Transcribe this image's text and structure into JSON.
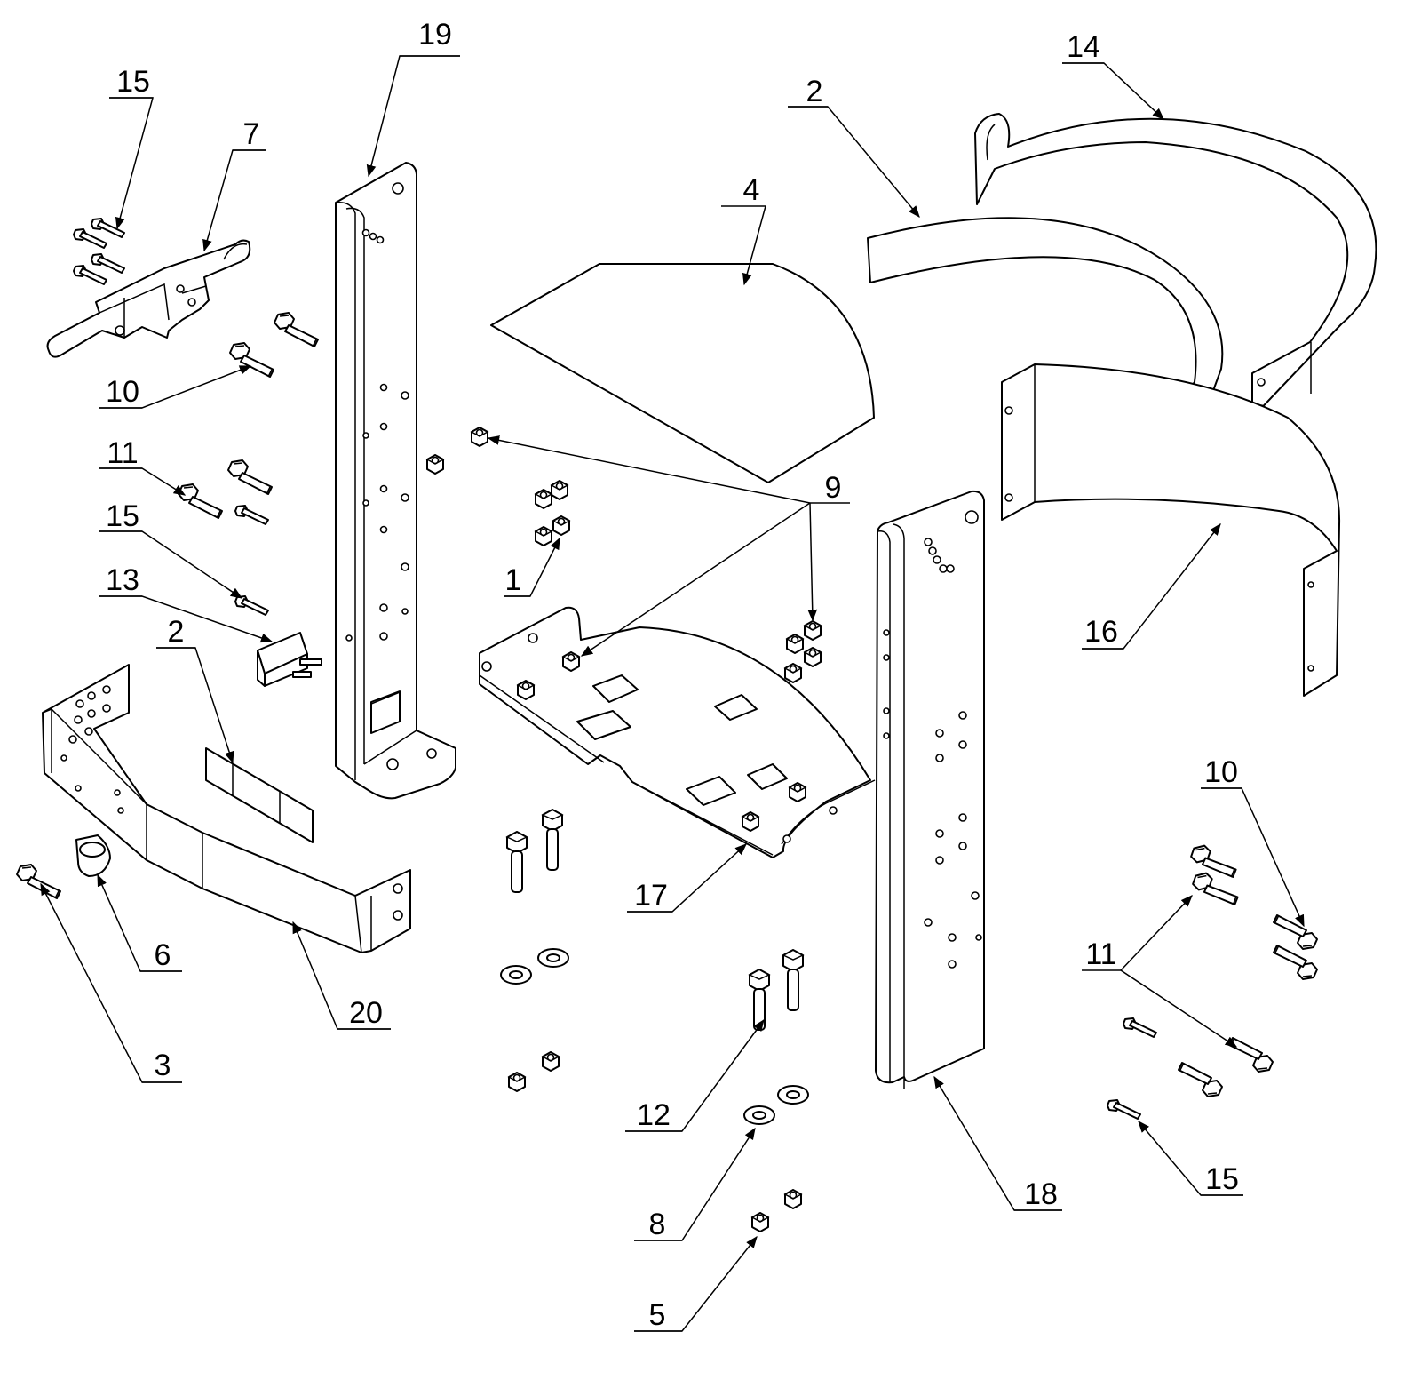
{
  "diagram": {
    "callouts": {
      "c1": "1",
      "c2a": "2",
      "c2b": "2",
      "c3": "3",
      "c4": "4",
      "c5": "5",
      "c6": "6",
      "c7": "7",
      "c8": "8",
      "c9": "9",
      "c10a": "10",
      "c10b": "10",
      "c11a": "11",
      "c11b": "11",
      "c12": "12",
      "c13": "13",
      "c14": "14",
      "c15a": "15",
      "c15b": "15",
      "c15c": "15",
      "c16": "16",
      "c17": "17",
      "c18": "18",
      "c19": "19",
      "c20": "20"
    }
  }
}
